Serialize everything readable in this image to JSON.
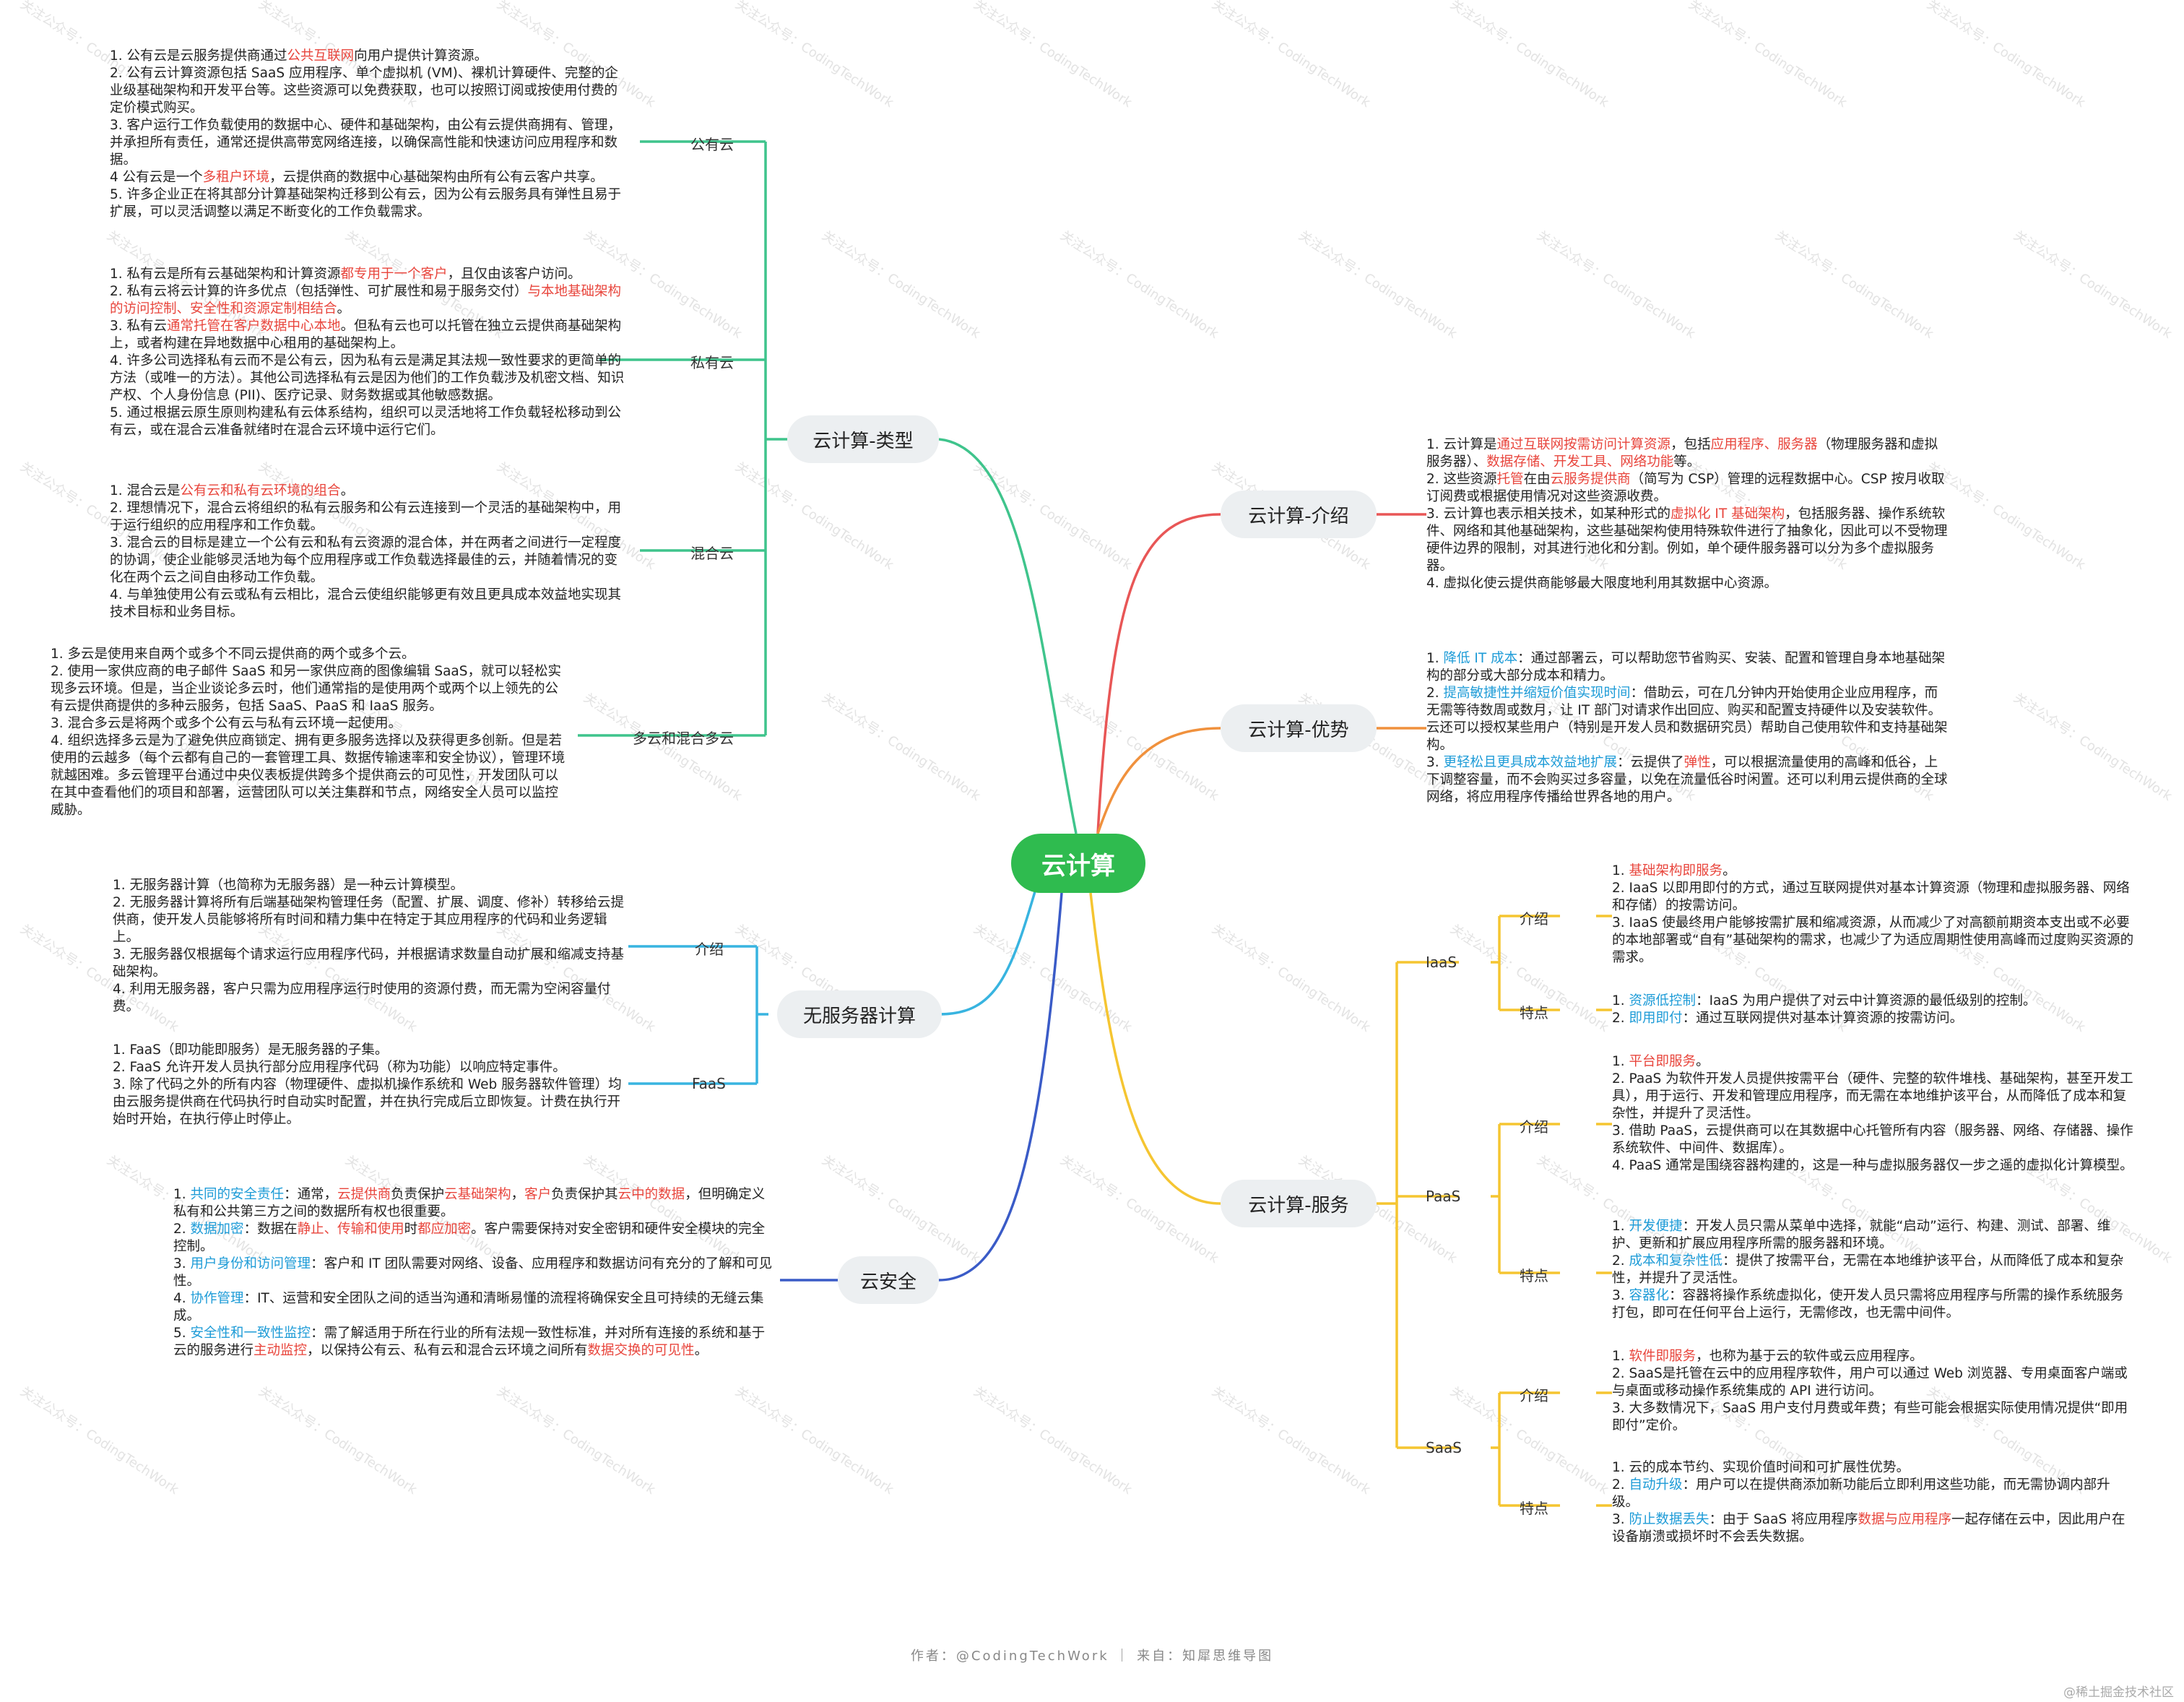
{
  "root": "云计算",
  "colors": {
    "root": "#2fbb4f",
    "types": "#3fc48c",
    "intro": "#e85656",
    "adv": "#f0913d",
    "service": "#f5c531",
    "serverless": "#38b4e0",
    "security": "#3a5bc7",
    "red_text": "#e8453c",
    "blue_text": "#1d9bd7"
  },
  "watermark": "关注公众号：CodingTechWork",
  "footer": "作者：@CodingTechWork ｜ 来自：知犀思维导图",
  "corner_mark": "@稀土掘金技术社区",
  "types": {
    "title": "云计算-类型",
    "public": {
      "label": "公有云",
      "lines": [
        [
          {
            "t": "1. 公有云是云服务提供商通过"
          },
          {
            "t": "公共互联网",
            "c": "red"
          },
          {
            "t": "向用户提供计算资源。"
          }
        ],
        [
          {
            "t": "2. 公有云计算资源包括 SaaS 应用程序、单个虚拟机 (VM)、裸机计算硬件、完整的企业级基础架构和开发平台等。这些资源可以免费获取，也可以按照订阅或按使用付费的定价模式购买。"
          }
        ],
        [
          {
            "t": "3. 客户运行工作负载使用的数据中心、硬件和基础架构，由公有云提供商拥有、管理，并承担所有责任，通常还提供高带宽网络连接，以确保高性能和快速访问应用程序和数据。"
          }
        ],
        [
          {
            "t": "4 公有云是一个"
          },
          {
            "t": "多租户环境",
            "c": "red"
          },
          {
            "t": "，云提供商的数据中心基础架构由所有公有云客户共享。"
          }
        ],
        [
          {
            "t": "5. 许多企业正在将其部分计算基础架构迁移到公有云，因为公有云服务具有弹性且易于扩展，可以灵活调整以满足不断变化的工作负载需求。"
          }
        ]
      ]
    },
    "private": {
      "label": "私有云",
      "lines": [
        [
          {
            "t": "1. 私有云是所有云基础架构和计算资源"
          },
          {
            "t": "都专用于一个客户",
            "c": "red"
          },
          {
            "t": "，且仅由该客户访问。"
          }
        ],
        [
          {
            "t": "2. 私有云将云计算的许多优点（包括弹性、可扩展性和易于服务交付）"
          },
          {
            "t": "与本地基础架构的访问控制、安全性和资源定制相结合",
            "c": "red"
          },
          {
            "t": "。"
          }
        ],
        [
          {
            "t": "3. 私有云"
          },
          {
            "t": "通常托管在客户数据中心本地",
            "c": "red"
          },
          {
            "t": "。但私有云也可以托管在独立云提供商基础架构上，或者构建在异地数据中心租用的基础架构上。"
          }
        ],
        [
          {
            "t": "4. 许多公司选择私有云而不是公有云，因为私有云是满足其法规一致性要求的更简单的方法（或唯一的方法）。其他公司选择私有云是因为他们的工作负载涉及机密文档、知识产权、个人身份信息 (PII)、医疗记录、财务数据或其他敏感数据。"
          }
        ],
        [
          {
            "t": "5. 通过根据云原生原则构建私有云体系结构，组织可以灵活地将工作负载轻松移动到公有云，或在混合云准备就绪时在混合云环境中运行它们。"
          }
        ]
      ]
    },
    "hybrid": {
      "label": "混合云",
      "lines": [
        [
          {
            "t": "1. 混合云是"
          },
          {
            "t": "公有云和私有云环境的组合",
            "c": "red"
          },
          {
            "t": "。"
          }
        ],
        [
          {
            "t": "2. 理想情况下，混合云将组织的私有云服务和公有云连接到一个灵活的基础架构中，用于运行组织的应用程序和工作负载。"
          }
        ],
        [
          {
            "t": "3. 混合云的目标是建立一个公有云和私有云资源的混合体，并在两者之间进行一定程度的协调，使企业能够灵活地为每个应用程序或工作负载选择最佳的云，并随着情况的变化在两个云之间自由移动工作负载。"
          }
        ],
        [
          {
            "t": "4. 与单独使用公有云或私有云相比，混合云使组织能够更有效且更具成本效益地实现其技术目标和业务目标。"
          }
        ]
      ]
    },
    "multi": {
      "label": "多云和混合多云",
      "lines": [
        [
          {
            "t": "1. 多云是使用来自两个或多个不同云提供商的两个或多个云。"
          }
        ],
        [
          {
            "t": "2. 使用一家供应商的电子邮件 SaaS 和另一家供应商的图像编辑 SaaS，就可以轻松实现多云环境。但是，当企业谈论多云时，他们通常指的是使用两个或两个以上领先的公有云提供商提供的多种云服务，包括 SaaS、PaaS 和 IaaS 服务。"
          }
        ],
        [
          {
            "t": "3. 混合多云是将两个或多个公有云与私有云环境一起使用。"
          }
        ],
        [
          {
            "t": "4. 组织选择多云是为了避免供应商锁定、拥有更多服务选择以及获得更多创新。但是若使用的云越多（每个云都有自己的一套管理工具、数据传输速率和安全协议），管理环境就越困难。多云管理平台通过中央仪表板提供跨多个提供商云的可见性，开发团队可以在其中查看他们的项目和部署，运营团队可以关注集群和节点，网络安全人员可以监控威胁。"
          }
        ]
      ]
    }
  },
  "serverless": {
    "title": "无服务器计算",
    "intro": {
      "label": "介绍",
      "lines": [
        [
          {
            "t": "1. 无服务器计算（也简称为无服务器）是一种云计算模型。"
          }
        ],
        [
          {
            "t": "2. 无服务器计算将所有后端基础架构管理任务（配置、扩展、调度、修补）转移给云提供商，使开发人员能够将所有时间和精力集中在特定于其应用程序的代码和业务逻辑上。"
          }
        ],
        [
          {
            "t": "3. 无服务器仅根据每个请求运行应用程序代码，并根据请求数量自动扩展和缩减支持基础架构。"
          }
        ],
        [
          {
            "t": "4. 利用无服务器，客户只需为应用程序运行时使用的资源付费，而无需为空闲容量付费。"
          }
        ]
      ]
    },
    "faas": {
      "label": "FaaS",
      "lines": [
        [
          {
            "t": "1. FaaS（即功能即服务）是无服务器的子集。"
          }
        ],
        [
          {
            "t": "2. FaaS 允许开发人员执行部分应用程序代码（称为功能）以响应特定事件。"
          }
        ],
        [
          {
            "t": "3. 除了代码之外的所有内容（物理硬件、虚拟机操作系统和 Web 服务器软件管理）均由云服务提供商在代码执行时自动实时配置，并在执行完成后立即恢复。计费在执行开始时开始，在执行停止时停止。"
          }
        ]
      ]
    }
  },
  "security": {
    "title": "云安全",
    "lines": [
      [
        {
          "t": "1. "
        },
        {
          "t": "共同的安全责任",
          "c": "blue"
        },
        {
          "t": "：通常，"
        },
        {
          "t": "云提供商",
          "c": "red"
        },
        {
          "t": "负责保护"
        },
        {
          "t": "云基础架构",
          "c": "red"
        },
        {
          "t": "，"
        },
        {
          "t": "客户",
          "c": "red"
        },
        {
          "t": "负责保护其"
        },
        {
          "t": "云中的数据",
          "c": "red"
        },
        {
          "t": "，但明确定义私有和公共第三方之间的数据所有权也很重要。"
        }
      ],
      [
        {
          "t": "2. "
        },
        {
          "t": "数据加密",
          "c": "blue"
        },
        {
          "t": "：数据在"
        },
        {
          "t": "静止、传输和使用",
          "c": "red"
        },
        {
          "t": "时"
        },
        {
          "t": "都应加密",
          "c": "red"
        },
        {
          "t": "。客户需要保持对安全密钥和硬件安全模块的完全控制。"
        }
      ],
      [
        {
          "t": "3. "
        },
        {
          "t": "用户身份和访问管理",
          "c": "blue"
        },
        {
          "t": "：客户和 IT 团队需要对网络、设备、应用程序和数据访问有充分的了解和可见性。"
        }
      ],
      [
        {
          "t": "4. "
        },
        {
          "t": "协作管理",
          "c": "blue"
        },
        {
          "t": "：IT、运营和安全团队之间的适当沟通和清晰易懂的流程将确保安全且可持续的无缝云集成。"
        }
      ],
      [
        {
          "t": "5. "
        },
        {
          "t": "安全性和一致性监控",
          "c": "blue"
        },
        {
          "t": "：需了解适用于所在行业的所有法规一致性标准，并对所有连接的系统和基于云的服务进行"
        },
        {
          "t": "主动监控",
          "c": "red"
        },
        {
          "t": "，以保持公有云、私有云和混合云环境之间所有"
        },
        {
          "t": "数据交换的可见性",
          "c": "red"
        },
        {
          "t": "。"
        }
      ]
    ]
  },
  "intro": {
    "title": "云计算-介绍",
    "lines": [
      [
        {
          "t": "1. 云计算是"
        },
        {
          "t": "通过互联网按需访问计算资源",
          "c": "red"
        },
        {
          "t": "，包括"
        },
        {
          "t": "应用程序、服务器",
          "c": "red"
        },
        {
          "t": "（物理服务器和虚拟服务器）、"
        },
        {
          "t": "数据存储、开发工具、网络功能",
          "c": "red"
        },
        {
          "t": "等。"
        }
      ],
      [
        {
          "t": "2. 这些资源"
        },
        {
          "t": "托管",
          "c": "red"
        },
        {
          "t": "在由"
        },
        {
          "t": "云服务提供商",
          "c": "red"
        },
        {
          "t": "（简写为 CSP）管理的远程数据中心。CSP 按月收取订阅费或根据使用情况对这些资源收费。"
        }
      ],
      [
        {
          "t": "3. 云计算也表示相关技术，如某种形式的"
        },
        {
          "t": "虚拟化 IT 基础架构",
          "c": "red"
        },
        {
          "t": "，包括服务器、操作系统软件、网络和其他基础架构，这些基础架构使用特殊软件进行了抽象化，因此可以不受物理硬件边界的限制，对其进行池化和分割。例如，单个硬件服务器可以分为多个虚拟服务器。"
        }
      ],
      [
        {
          "t": "4. 虚拟化使云提供商能够最大限度地利用其数据中心资源。"
        }
      ]
    ]
  },
  "advantages": {
    "title": "云计算-优势",
    "lines": [
      [
        {
          "t": "1. "
        },
        {
          "t": "降低 IT 成本",
          "c": "blue"
        },
        {
          "t": "：通过部署云，可以帮助您节省购买、安装、配置和管理自身本地基础架构的部分或大部分成本和精力。"
        }
      ],
      [
        {
          "t": "2. "
        },
        {
          "t": "提高敏捷性并缩短价值实现时间",
          "c": "blue"
        },
        {
          "t": "：借助云，可在几分钟内开始使用企业应用程序，而无需等待数周或数月，让 IT 部门对请求作出回应、购买和配置支持硬件以及安装软件。云还可以授权某些用户（特别是开发人员和数据研究员）帮助自己使用软件和支持基础架构。"
        }
      ],
      [
        {
          "t": "3. "
        },
        {
          "t": "更轻松且更具成本效益地扩展",
          "c": "blue"
        },
        {
          "t": "：云提供了"
        },
        {
          "t": "弹性",
          "c": "red"
        },
        {
          "t": "，可以根据流量使用的高峰和低谷，上下调整容量，而不会购买过多容量，以免在流量低谷时闲置。还可以利用云提供商的全球网络，将应用程序传播给世界各地的用户。"
        }
      ]
    ]
  },
  "services": {
    "title": "云计算-服务",
    "iaas": {
      "label": "IaaS",
      "intro": {
        "label": "介绍",
        "lines": [
          [
            {
              "t": "1. "
            },
            {
              "t": "基础架构即服务",
              "c": "red"
            },
            {
              "t": "。"
            }
          ],
          [
            {
              "t": "2. IaaS 以即用即付的方式，通过互联网提供对基本计算资源（物理和虚拟服务器、网络和存储）的按需访问。"
            }
          ],
          [
            {
              "t": "3. IaaS 使最终用户能够按需扩展和缩减资源，从而减少了对高额前期资本支出或不必要的本地部署或“自有”基础架构的需求，也减少了为适应周期性使用高峰而过度购买资源的需求。"
            }
          ]
        ]
      },
      "features": {
        "label": "特点",
        "lines": [
          [
            {
              "t": "1. "
            },
            {
              "t": "资源低控制",
              "c": "blue"
            },
            {
              "t": "：IaaS 为用户提供了对云中计算资源的最低级别的控制。"
            }
          ],
          [
            {
              "t": "2. "
            },
            {
              "t": "即用即付",
              "c": "blue"
            },
            {
              "t": "：通过互联网提供对基本计算资源的按需访问。"
            }
          ]
        ]
      }
    },
    "paas": {
      "label": "PaaS",
      "intro": {
        "label": "介绍",
        "lines": [
          [
            {
              "t": "1. "
            },
            {
              "t": "平台即服务",
              "c": "red"
            },
            {
              "t": "。"
            }
          ],
          [
            {
              "t": "2. PaaS 为软件开发人员提供按需平台（硬件、完整的软件堆栈、基础架构，甚至开发工具），用于运行、开发和管理应用程序，而无需在本地维护该平台，从而降低了成本和复杂性，并提升了灵活性。"
            }
          ],
          [
            {
              "t": "3. 借助 PaaS，云提供商可以在其数据中心托管所有内容（服务器、网络、存储器、操作系统软件、中间件、数据库）。"
            }
          ],
          [
            {
              "t": "4. PaaS 通常是围绕容器构建的，这是一种与虚拟服务器仅一步之遥的虚拟化计算模型。"
            }
          ]
        ]
      },
      "features": {
        "label": "特点",
        "lines": [
          [
            {
              "t": "1. "
            },
            {
              "t": "开发便捷",
              "c": "blue"
            },
            {
              "t": "：开发人员只需从菜单中选择，就能“启动”运行、构建、测试、部署、维护、更新和扩展应用程序所需的服务器和环境。"
            }
          ],
          [
            {
              "t": "2. "
            },
            {
              "t": "成本和复杂性低",
              "c": "blue"
            },
            {
              "t": "：提供了按需平台，无需在本地维护该平台，从而降低了成本和复杂性，并提升了灵活性。"
            }
          ],
          [
            {
              "t": "3. "
            },
            {
              "t": "容器化",
              "c": "blue"
            },
            {
              "t": "：容器将操作系统虚拟化，使开发人员只需将应用程序与所需的操作系统服务打包，即可在任何平台上运行，无需修改，也无需中间件。"
            }
          ]
        ]
      }
    },
    "saas": {
      "label": "SaaS",
      "intro": {
        "label": "介绍",
        "lines": [
          [
            {
              "t": "1. "
            },
            {
              "t": "软件即服务",
              "c": "red"
            },
            {
              "t": "，也称为基于云的软件或云应用程序。"
            }
          ],
          [
            {
              "t": "2. SaaS是托管在云中的应用程序软件，用户可以通过 Web 浏览器、专用桌面客户端或与桌面或移动操作系统集成的 API 进行访问。"
            }
          ],
          [
            {
              "t": "3. 大多数情况下，SaaS 用户支付月费或年费；有些可能会根据实际使用情况提供“即用即付”定价。"
            }
          ]
        ]
      },
      "features": {
        "label": "特点",
        "lines": [
          [
            {
              "t": "1. 云的成本节约、实现价值时间和可扩展性优势。"
            }
          ],
          [
            {
              "t": "2. "
            },
            {
              "t": "自动升级",
              "c": "blue"
            },
            {
              "t": "：用户可以在提供商添加新功能后立即利用这些功能，而无需协调内部升级。"
            }
          ],
          [
            {
              "t": "3. "
            },
            {
              "t": "防止数据丢失",
              "c": "blue"
            },
            {
              "t": "：由于 SaaS 将应用程序"
            },
            {
              "t": "数据与应用程序",
              "c": "red"
            },
            {
              "t": "一起存储在云中，因此用户在设备崩溃或损坏时不会丢失数据。"
            }
          ]
        ]
      }
    }
  }
}
